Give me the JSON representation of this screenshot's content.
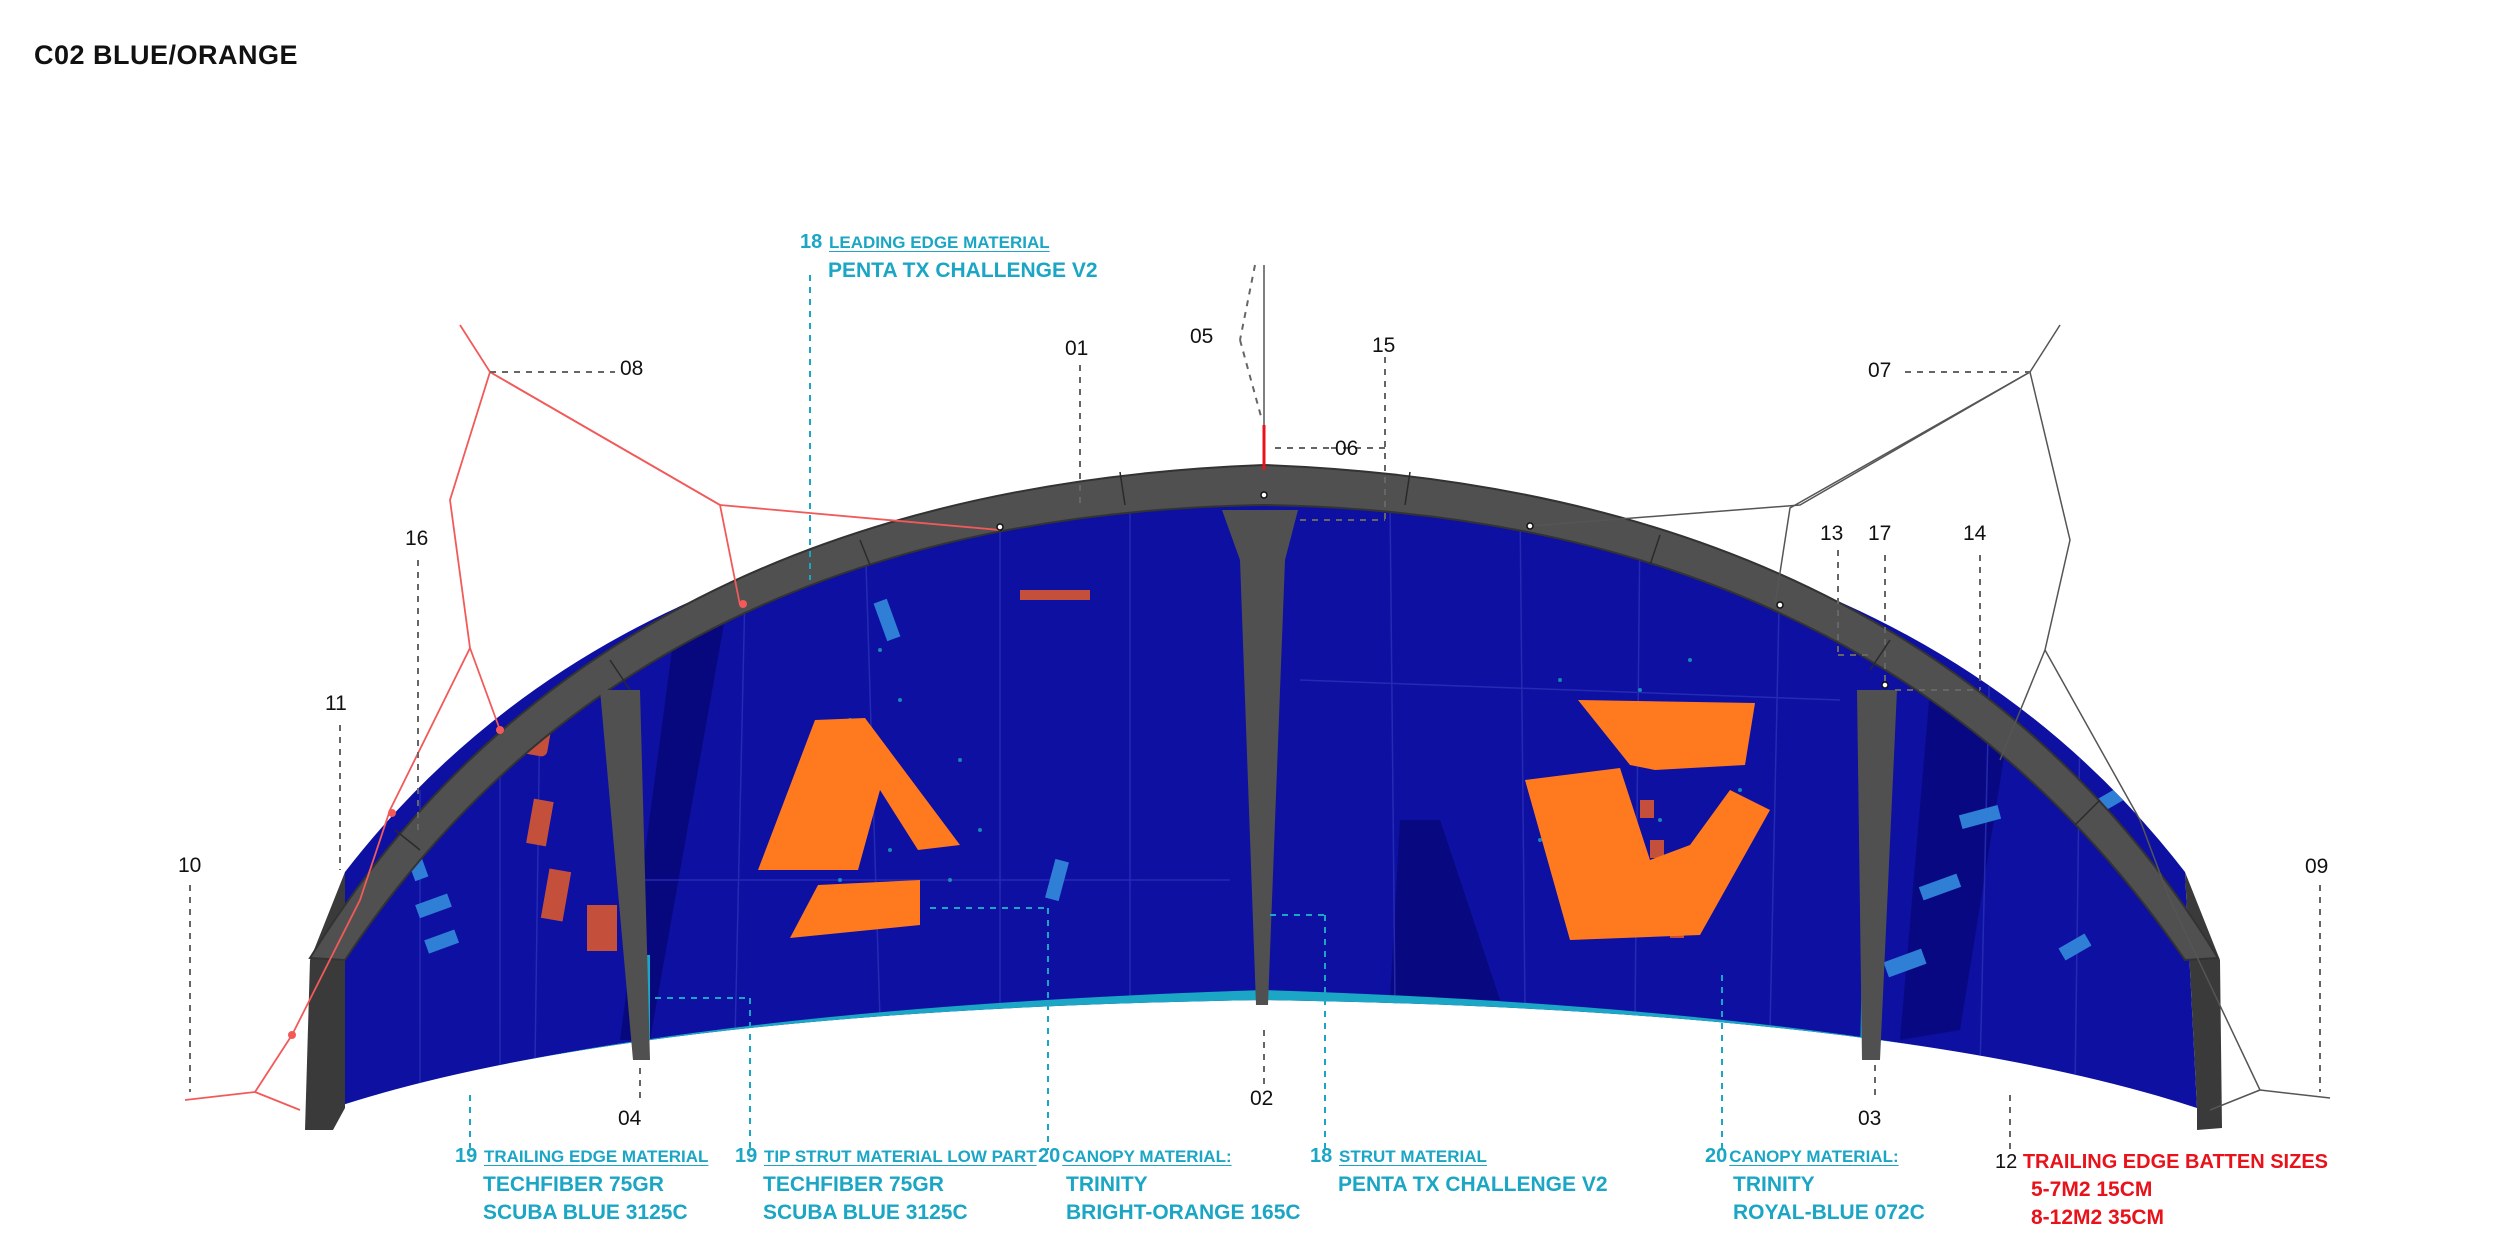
{
  "title": "C02 BLUE/ORANGE",
  "colors": {
    "canopy": "#0d10a0",
    "frame": "#505050",
    "accent": "#ff7a1f",
    "trailing_edge": "#1aa6c4",
    "label_text": "#1aa6c4",
    "batten_text": "#e8121a",
    "bridle_left": "#f25a5a"
  },
  "callouts": {
    "n01": "01",
    "n02": "02",
    "n03": "03",
    "n04": "04",
    "n05": "05",
    "n06": "06",
    "n07": "07",
    "n08": "08",
    "n09": "09",
    "n10": "10",
    "n11": "11",
    "n13": "13",
    "n14": "14",
    "n15": "15",
    "n16": "16",
    "n17": "17"
  },
  "materials": {
    "leading_edge": {
      "number": "18",
      "label": "LEADING EDGE MATERIAL",
      "values": [
        "PENTA TX CHALLENGE V2"
      ]
    },
    "trailing_edge": {
      "number": "19",
      "label": "TRAILING EDGE MATERIAL",
      "values": [
        "TECHFIBER 75GR",
        "SCUBA BLUE 3125C"
      ]
    },
    "tip_strut": {
      "number": "19",
      "label": "TIP STRUT MATERIAL LOW PART",
      "values": [
        "TECHFIBER 75GR",
        "SCUBA BLUE 3125C"
      ]
    },
    "canopy_orange": {
      "number": "20",
      "label": "CANOPY MATERIAL:",
      "values": [
        "TRINITY",
        "BRIGHT-ORANGE 165C"
      ]
    },
    "strut": {
      "number": "18",
      "label": "STRUT MATERIAL",
      "values": [
        "PENTA TX CHALLENGE V2"
      ]
    },
    "canopy_blue": {
      "number": "20",
      "label": "CANOPY MATERIAL:",
      "values": [
        "TRINITY",
        "ROYAL-BLUE 072C"
      ]
    },
    "batten": {
      "number": "12",
      "label": "TRAILING EDGE BATTEN SIZES",
      "values": [
        "5-7M2 15CM",
        "8-12M2  35CM"
      ]
    }
  }
}
